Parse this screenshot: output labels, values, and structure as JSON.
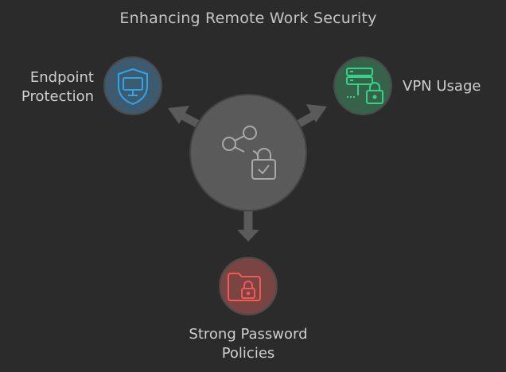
{
  "title": "Enhancing Remote Work Security",
  "center": {
    "icon": "share-lock-icon"
  },
  "nodes": [
    {
      "id": "endpoint",
      "label_lines": [
        "Endpoint",
        "Protection"
      ],
      "icon": "monitor-shield-icon",
      "color": "#2fa6e8"
    },
    {
      "id": "vpn",
      "label_lines": [
        "VPN Usage"
      ],
      "icon": "server-lock-icon",
      "color": "#35d28a"
    },
    {
      "id": "password",
      "label_lines": [
        "Strong Password",
        "Policies"
      ],
      "icon": "folder-lock-icon",
      "color": "#f25a55"
    }
  ]
}
